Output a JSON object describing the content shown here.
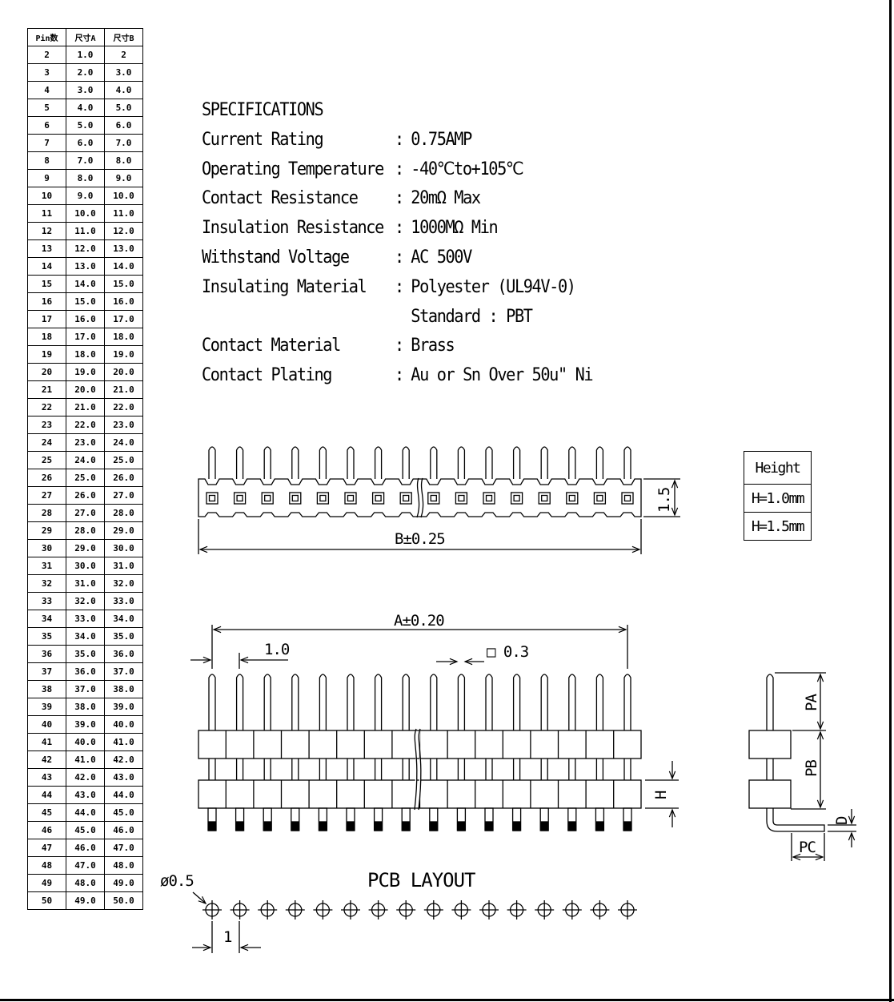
{
  "pin_table": {
    "headers": [
      "Pin数",
      "尺寸A",
      "尺寸B"
    ],
    "rows": [
      [
        "2",
        "1.0",
        "2"
      ],
      [
        "3",
        "2.0",
        "3.0"
      ],
      [
        "4",
        "3.0",
        "4.0"
      ],
      [
        "5",
        "4.0",
        "5.0"
      ],
      [
        "6",
        "5.0",
        "6.0"
      ],
      [
        "7",
        "6.0",
        "7.0"
      ],
      [
        "8",
        "7.0",
        "8.0"
      ],
      [
        "9",
        "8.0",
        "9.0"
      ],
      [
        "10",
        "9.0",
        "10.0"
      ],
      [
        "11",
        "10.0",
        "11.0"
      ],
      [
        "12",
        "11.0",
        "12.0"
      ],
      [
        "13",
        "12.0",
        "13.0"
      ],
      [
        "14",
        "13.0",
        "14.0"
      ],
      [
        "15",
        "14.0",
        "15.0"
      ],
      [
        "16",
        "15.0",
        "16.0"
      ],
      [
        "17",
        "16.0",
        "17.0"
      ],
      [
        "18",
        "17.0",
        "18.0"
      ],
      [
        "19",
        "18.0",
        "19.0"
      ],
      [
        "20",
        "19.0",
        "20.0"
      ],
      [
        "21",
        "20.0",
        "21.0"
      ],
      [
        "22",
        "21.0",
        "22.0"
      ],
      [
        "23",
        "22.0",
        "23.0"
      ],
      [
        "24",
        "23.0",
        "24.0"
      ],
      [
        "25",
        "24.0",
        "25.0"
      ],
      [
        "26",
        "25.0",
        "26.0"
      ],
      [
        "27",
        "26.0",
        "27.0"
      ],
      [
        "28",
        "27.0",
        "28.0"
      ],
      [
        "29",
        "28.0",
        "29.0"
      ],
      [
        "30",
        "29.0",
        "30.0"
      ],
      [
        "31",
        "30.0",
        "31.0"
      ],
      [
        "32",
        "31.0",
        "32.0"
      ],
      [
        "33",
        "32.0",
        "33.0"
      ],
      [
        "34",
        "33.0",
        "34.0"
      ],
      [
        "35",
        "34.0",
        "35.0"
      ],
      [
        "36",
        "35.0",
        "36.0"
      ],
      [
        "37",
        "36.0",
        "37.0"
      ],
      [
        "38",
        "37.0",
        "38.0"
      ],
      [
        "39",
        "38.0",
        "39.0"
      ],
      [
        "40",
        "39.0",
        "40.0"
      ],
      [
        "41",
        "40.0",
        "41.0"
      ],
      [
        "42",
        "41.0",
        "42.0"
      ],
      [
        "43",
        "42.0",
        "43.0"
      ],
      [
        "44",
        "43.0",
        "44.0"
      ],
      [
        "45",
        "44.0",
        "45.0"
      ],
      [
        "46",
        "45.0",
        "46.0"
      ],
      [
        "47",
        "46.0",
        "47.0"
      ],
      [
        "48",
        "47.0",
        "48.0"
      ],
      [
        "49",
        "48.0",
        "49.0"
      ],
      [
        "50",
        "49.0",
        "50.0"
      ]
    ]
  },
  "specifications": {
    "title": "SPECIFICATIONS",
    "items": [
      {
        "label": "Current Rating",
        "value": "0.75AMP"
      },
      {
        "label": "Operating Temperature",
        "value": "-40℃to+105℃"
      },
      {
        "label": "Contact Resistance",
        "value": "20mΩ Max"
      },
      {
        "label": "Insulation Resistance",
        "value": "1000MΩ Min"
      },
      {
        "label": "Withstand Voltage",
        "value": "AC 500V"
      },
      {
        "label": "Insulating Material",
        "value": "Polyester (UL94V-0)"
      },
      {
        "label": "",
        "value": "Standard : PBT"
      },
      {
        "label": "Contact Material",
        "value": "Brass"
      },
      {
        "label": "Contact Plating",
        "value": "Au or Sn Over 50u\" Ni"
      }
    ],
    "colon": ":"
  },
  "drawing": {
    "top_view": {
      "width_dim": "B±0.25",
      "height_dim": "1.5"
    },
    "front_view": {
      "length_dim": "A±0.20",
      "pitch_dim": "1.0",
      "pin_dim": "□ 0.3",
      "height_dim": "H"
    },
    "side_view": {
      "pa": "PA",
      "pb": "PB",
      "pc": "PC",
      "d": "D"
    },
    "pcb_layout": {
      "title": "PCB LAYOUT",
      "hole_dim": "ø0.5",
      "pitch_dim": "1"
    }
  },
  "height_table": {
    "header": "Height",
    "rows": [
      "H=1.0mm",
      "H=1.5mm"
    ]
  }
}
